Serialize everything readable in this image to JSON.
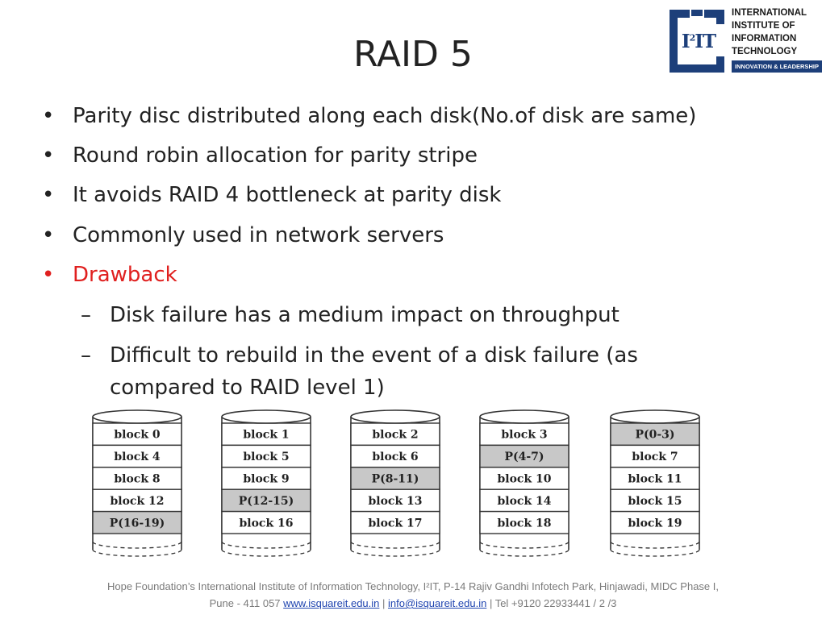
{
  "slide": {
    "title": "RAID 5",
    "logo": {
      "mark": "I2IT",
      "name_lines": [
        "INTERNATIONAL",
        "INSTITUTE OF",
        "INFORMATION",
        "TECHNOLOGY"
      ],
      "tagline": "INNOVATION & LEADERSHIP"
    },
    "bullets": [
      "Parity disc distributed along each disk(No.of disk are same)",
      "Round robin allocation for parity stripe",
      "It avoids RAID 4 bottleneck at parity disk",
      "Commonly used in network servers",
      "Drawback"
    ],
    "sub_bullets": [
      "Disk failure has a medium impact on throughput",
      "Difficult to rebuild in the event of a disk failure (as",
      "compared to RAID level 1)"
    ],
    "disks": [
      {
        "blocks": [
          "block 0",
          "block 4",
          "block 8",
          "block 12",
          "P(16-19)"
        ],
        "parity_index": 4
      },
      {
        "blocks": [
          "block 1",
          "block 5",
          "block 9",
          "P(12-15)",
          "block 16"
        ],
        "parity_index": 3
      },
      {
        "blocks": [
          "block 2",
          "block 6",
          "P(8-11)",
          "block 13",
          "block 17"
        ],
        "parity_index": 2
      },
      {
        "blocks": [
          "block 3",
          "P(4-7)",
          "block 10",
          "block 14",
          "block 18"
        ],
        "parity_index": 1
      },
      {
        "blocks": [
          "P(0-3)",
          "block 7",
          "block 11",
          "block 15",
          "block 19"
        ],
        "parity_index": 0
      }
    ],
    "footer": {
      "line1": "Hope Foundation’s International Institute of Information Technology, I²IT, P-14 Rajiv Gandhi Infotech Park, Hinjawadi,  MIDC Phase I,",
      "line2_prefix": "Pune - 411 057 ",
      "website": "www.isquareit.edu.in",
      "sep1": " | ",
      "email": "info@isquareit.edu.in",
      "line2_suffix": " | Tel +9120 22933441 / 2 /3"
    },
    "colors": {
      "accent_red": "#e0201f",
      "logo_blue": "#1d3f7a",
      "parity_fill": "#c8c8c8",
      "link_blue": "#2045b0"
    }
  }
}
